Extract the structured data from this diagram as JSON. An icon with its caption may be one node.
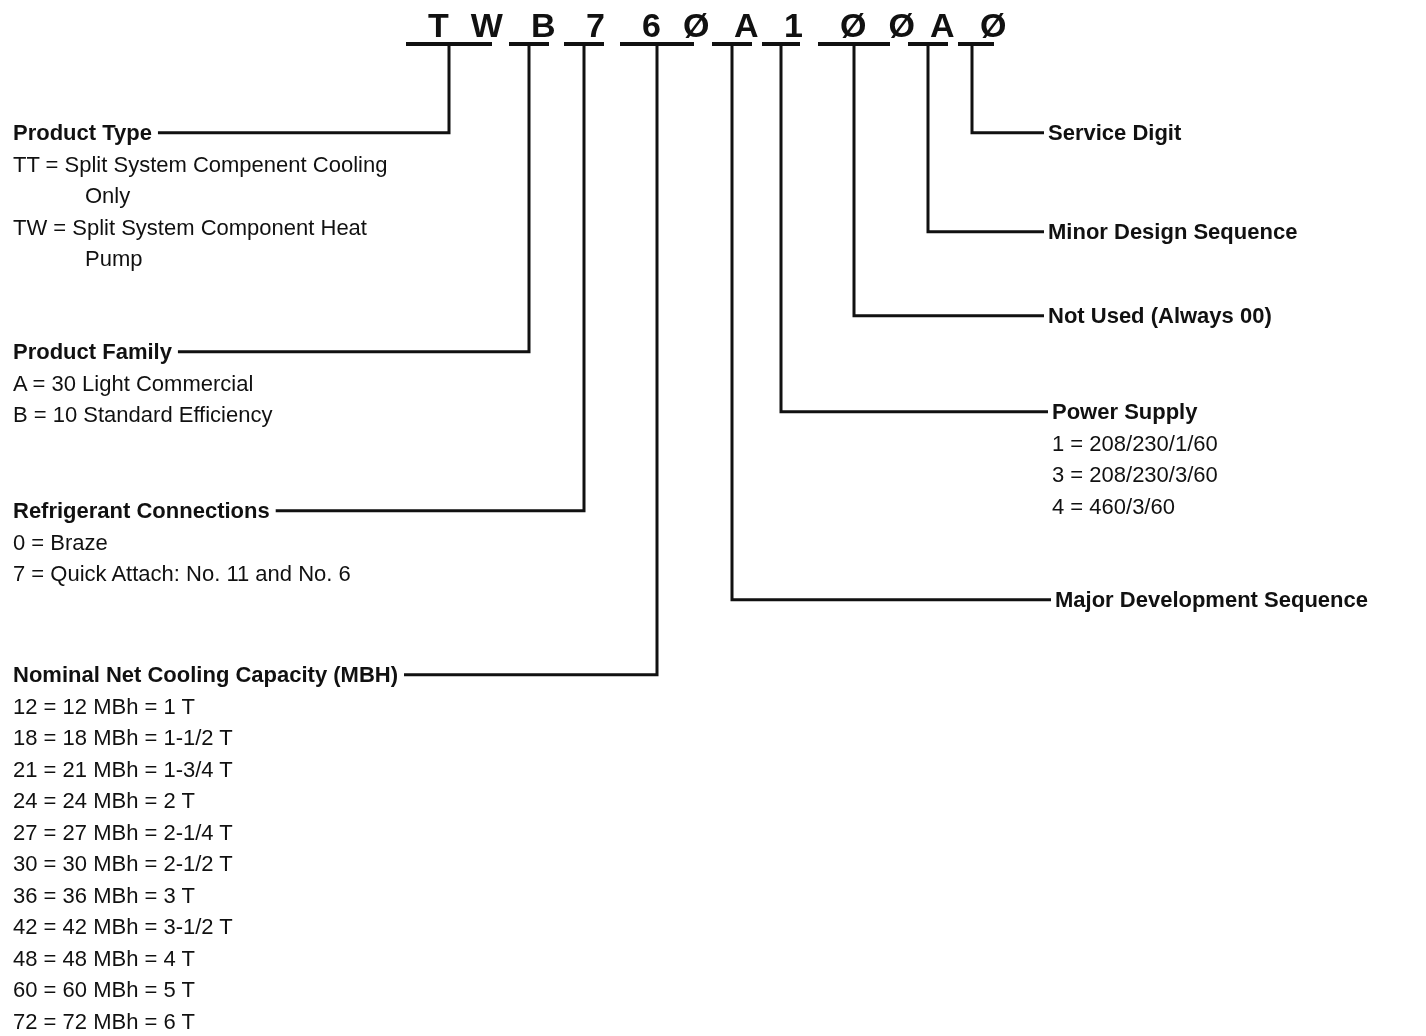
{
  "diagram": {
    "nodes": [
      {
        "text": [
          "TW"
        ]
      },
      {
        "text": [
          "B"
        ]
      },
      {
        "text": [
          "7"
        ]
      },
      {
        "text": [
          "6Ø"
        ]
      },
      {
        "text": [
          "A"
        ]
      },
      {
        "text": [
          "1"
        ]
      },
      {
        "text": [
          "ØØ"
        ]
      },
      {
        "text": [
          "A"
        ]
      },
      {
        "text": [
          "Ø"
        ]
      },
      {
        "text": [
          "Product Type",
          "TT = Split System Compenent Cooling Only",
          "TW = Split System Component Heat Pump"
        ]
      },
      {
        "text": [
          "Service Digit"
        ]
      },
      {
        "text": [
          "Minor Design Sequence"
        ]
      },
      {
        "text": [
          "Not Used (Always 00)"
        ]
      },
      {
        "text": [
          "Product Family",
          "A = 30 Light Commercial",
          "B = 10 Standard Efficiency"
        ]
      },
      {
        "text": [
          "Power Supply",
          "1 = 208/230/1/60",
          "3 = 208/230/3/60",
          "4 = 460/3/60"
        ]
      },
      {
        "text": [
          "Refrigerant Connections",
          "0 = Braze",
          "7 = Quick Attach: No. 11 and No. 6"
        ]
      },
      {
        "text": [
          "Major Development Sequence"
        ]
      },
      {
        "text": [
          "Nominal Net Cooling Capacity (MBH)",
          "12 = 12 MBh = 1 T",
          "18 = 18 MBh = 1-1/2 T",
          "21 = 21 MBh = 1-3/4 T",
          "24 = 24 MBh = 2 T",
          "27 = 27 MBh = 2-1/4 T",
          "30 = 30 MBh = 2-1/2 T",
          "36 = 36 MBh = 3 T",
          "42 = 42 MBh = 3-1/2 T",
          "48 = 48 MBh = 4 T",
          "60 = 60 MBh = 5 T",
          "72 = 72 MBh = 6 T"
        ]
      }
    ],
    "edges": [
      {
        "from": 0,
        "to": 9,
        "arrow": "none"
      },
      {
        "from": 1,
        "to": 13,
        "arrow": "none"
      },
      {
        "from": 2,
        "to": 15,
        "arrow": "none"
      },
      {
        "from": 3,
        "to": 17,
        "arrow": "none"
      },
      {
        "from": 4,
        "to": 16,
        "arrow": "none"
      },
      {
        "from": 5,
        "to": 14,
        "arrow": "none"
      },
      {
        "from": 6,
        "to": 12,
        "arrow": "none"
      },
      {
        "from": 7,
        "to": 11,
        "arrow": "none"
      },
      {
        "from": 8,
        "to": 10,
        "arrow": "none"
      }
    ]
  }
}
